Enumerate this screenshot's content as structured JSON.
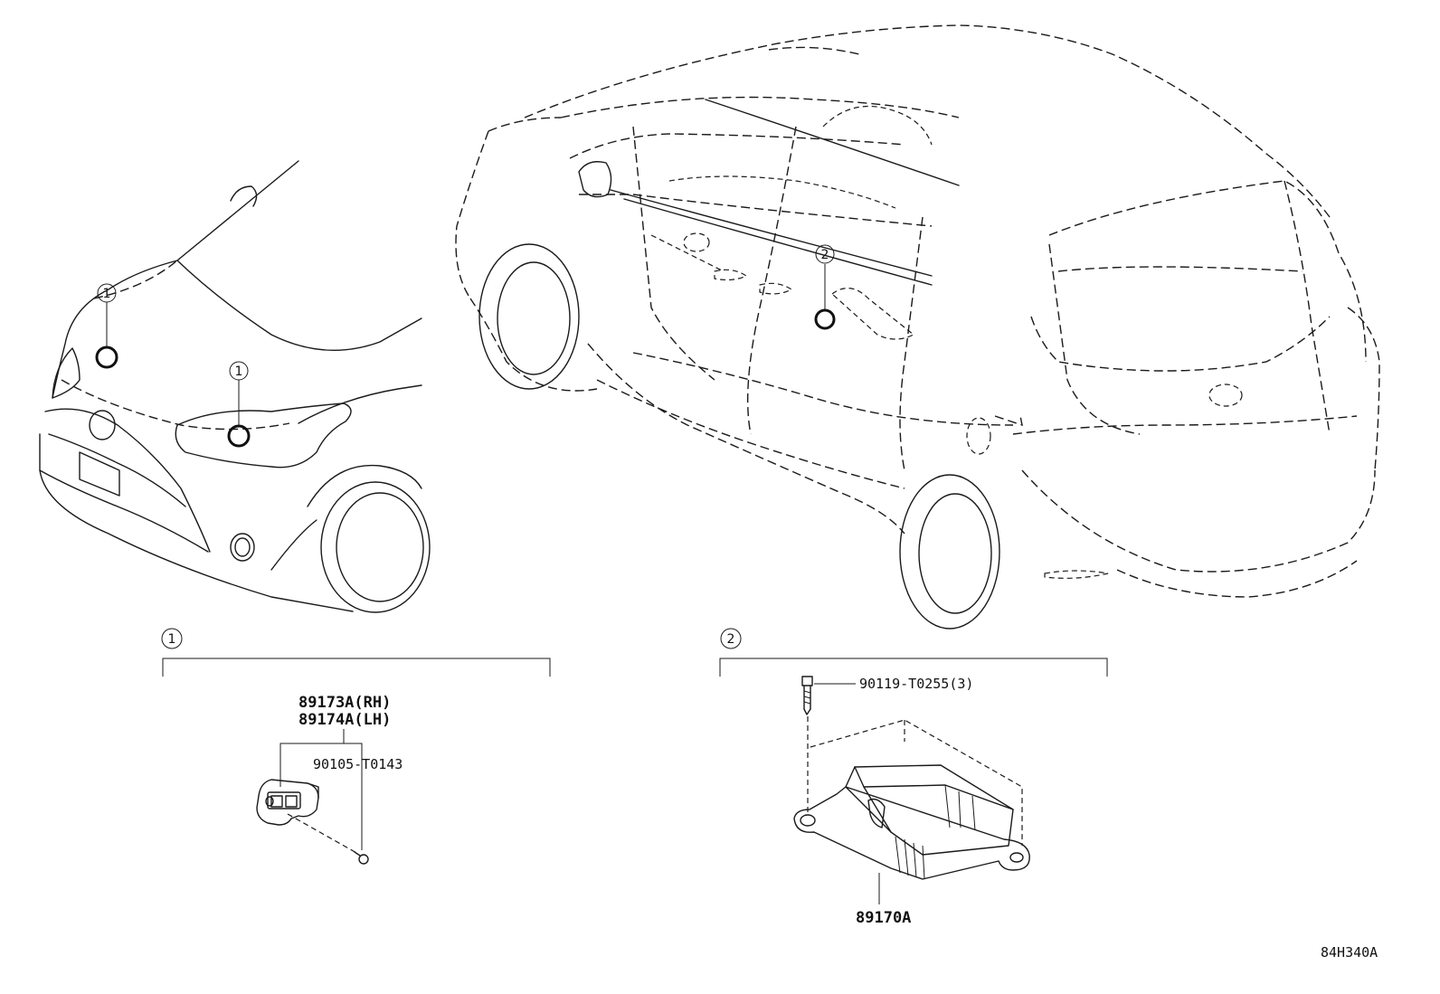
{
  "callouts": {
    "one": "1",
    "two": "2"
  },
  "parts": {
    "sensor_rh": "89173A(RH)",
    "sensor_lh": "89174A(LH)",
    "sensor_bolt": "90105-T0143",
    "ecu_bolt": "90119-T0255(3)",
    "ecu": "89170A"
  },
  "diagram_code": "84H340A"
}
